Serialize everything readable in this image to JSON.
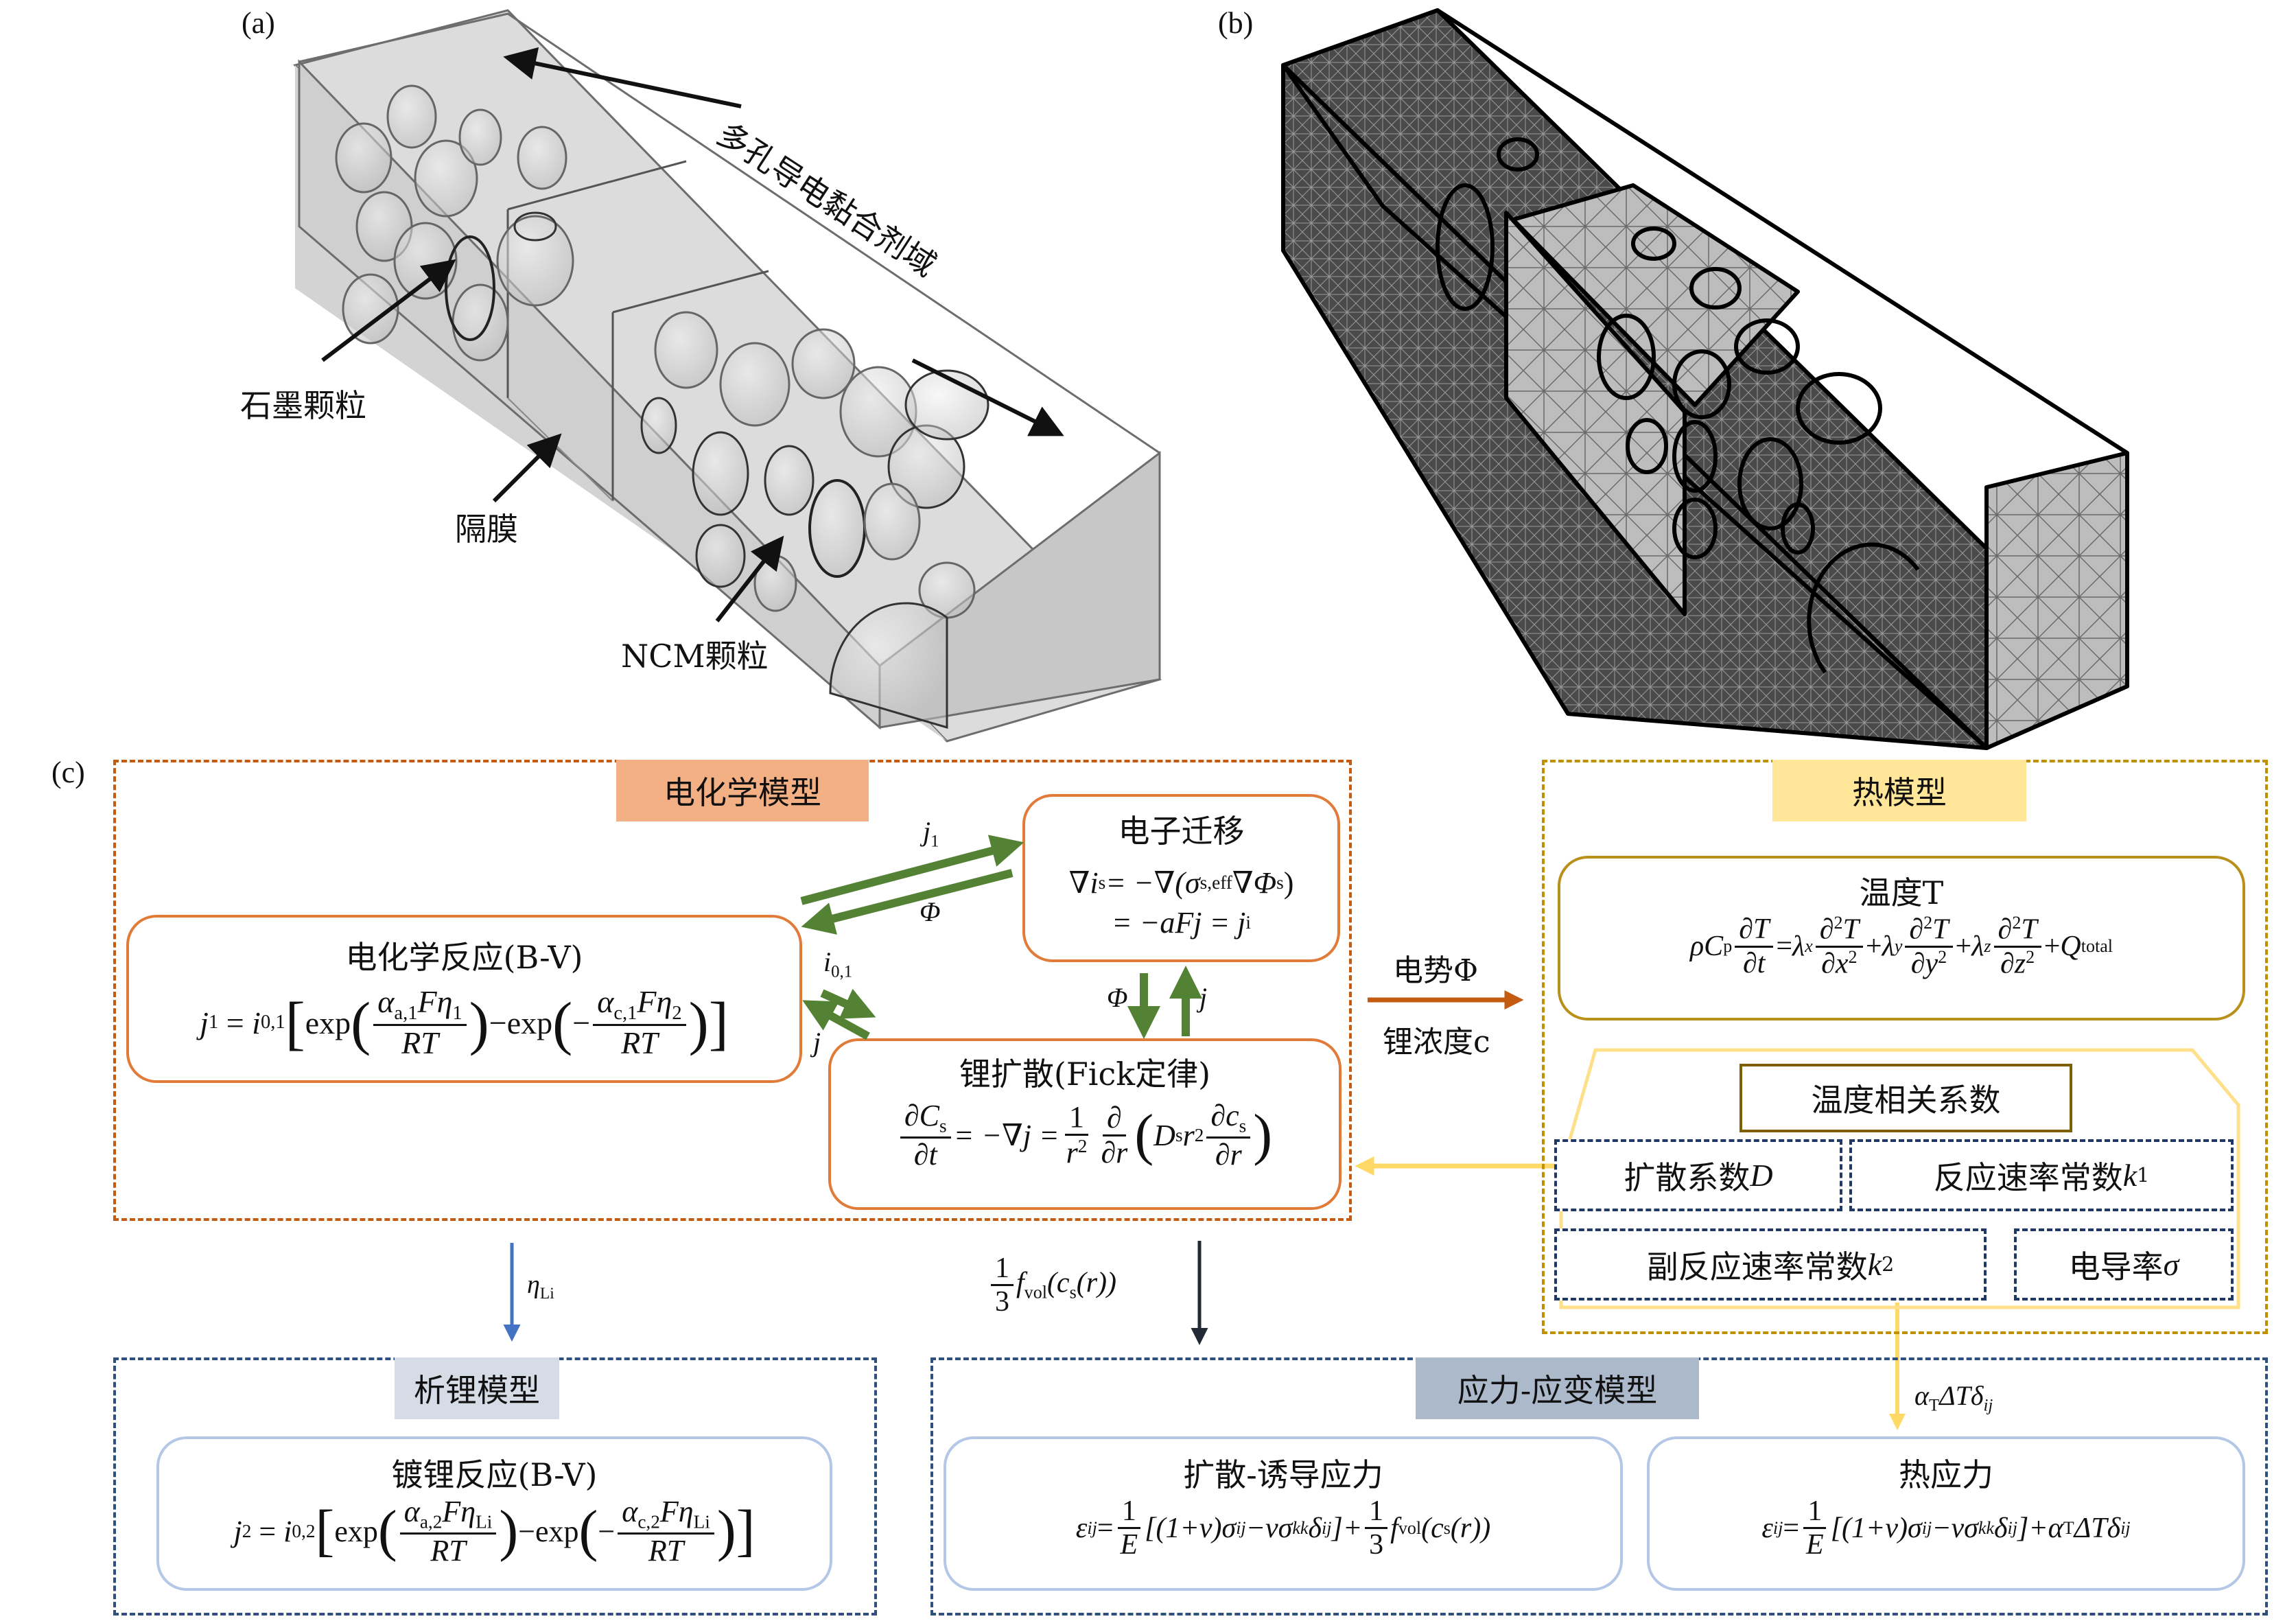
{
  "panels": {
    "a": {
      "label": "(a)",
      "annotations": {
        "binder": "多孔导电黏合剂域",
        "graphite": "石墨颗粒",
        "separator": "隔膜",
        "ncm": "NCM颗粒"
      }
    },
    "b": {
      "label": "(b)"
    },
    "c": {
      "label": "(c)"
    }
  },
  "electrochem": {
    "header": "电化学模型",
    "bv": {
      "title": "电化学反应(B-V)",
      "eq": {
        "lhs": "j",
        "lhs_sub": "1",
        "i0": "i",
        "i0_sub": "0,1",
        "exp": "exp",
        "a_num": "α",
        "a_num_sub": "a,1",
        "c_num_sub": "c,1",
        "F": "F",
        "eta1": "η",
        "eta1_sub": "1",
        "eta2_sub": "2",
        "den": "RT"
      }
    },
    "electron": {
      "title": "电子迁移",
      "eq1": "∇i",
      "eq1_sub": "s",
      "eq1_rest": " = −∇(σ",
      "eq1_sigma_sub": "s,eff",
      "eq1_tail": "∇Φ",
      "eq1_tail_sub": "s",
      "eq2": "= −aFj = j",
      "eq2_sup": "i"
    },
    "fick": {
      "title": "锂扩散(Fick定律)",
      "eq": {
        "num1": "∂C",
        "num1_sub": "s",
        "den1": "∂t",
        "mid": "= −∇j =",
        "num2": "1",
        "den2": "r",
        "den2_sup": "2",
        "num3": "∂",
        "den3": "∂r",
        "D": "D",
        "D_sub": "s",
        "r2": "r",
        "r2_sup": "2",
        "num4": "∂c",
        "num4_sub": "s",
        "den4": "∂r"
      }
    },
    "arrows": {
      "j1": "j",
      "j1_sub": "1",
      "phi_top": "Φ",
      "i01": "i",
      "i01_sub": "0,1",
      "j_left": "j",
      "phi_vert": "Φ",
      "j_vert": "j"
    }
  },
  "coupling": {
    "potential": "电势Φ",
    "concentration": "锂浓度c"
  },
  "thermal": {
    "header": "热模型",
    "temp": {
      "title": "温度T",
      "eq": {
        "lhs": "ρC",
        "lhs_sub": "p",
        "n1": "∂T",
        "d1": "∂t",
        "lx": "λ",
        "lx_sub": "x",
        "ly_sub": "y",
        "lz_sub": "z",
        "n2": "∂",
        "n2_sup": "2",
        "T": "T",
        "dx": "∂x",
        "dy": "∂y",
        "dz": "∂z",
        "sq": "2",
        "Q": "Q",
        "Q_sub": "total"
      }
    },
    "coeff_title": "温度相关系数",
    "coeffs": [
      {
        "label": "扩散系数",
        "sym": "D",
        "sub": ""
      },
      {
        "label": "反应速率常数",
        "sym": "k",
        "sub": "1"
      },
      {
        "label": "副反应速率常数",
        "sym": "k",
        "sub": "2"
      },
      {
        "label": "电导率",
        "sym": "σ",
        "sub": ""
      }
    ]
  },
  "flows": {
    "eta_li": "η",
    "eta_li_sub": "Li",
    "fvol_num": "1",
    "fvol_den": "3",
    "fvol": "f",
    "fvol_sub": "vol",
    "fvol_arg": "(c",
    "fvol_arg_sub": "s",
    "fvol_tail": "(r))",
    "thermal_strain": "α",
    "thermal_strain_sub": "T",
    "thermal_strain_rest": "ΔTδ",
    "thermal_strain_ij": "ij"
  },
  "plating": {
    "header": "析锂模型",
    "box_title": "镀锂反应(B-V)",
    "eq": {
      "lhs": "j",
      "lhs_sub": "2",
      "i0": "i",
      "i0_sub": "0,2",
      "a_sub": "a,2",
      "c_sub": "c,2",
      "eta_sub": "Li",
      "den": "RT"
    }
  },
  "stress": {
    "header": "应力-应变模型",
    "diffusion": {
      "title": "扩散-诱导应力",
      "eq": {
        "eps": "ε",
        "eps_sub": "ij",
        "n": "1",
        "d": "E",
        "bracket": "[(1+v)σ",
        "s_ij": "ij",
        "minus": "−vσ",
        "kk": "kk",
        "delta": "δ",
        "close": "]+",
        "n2": "1",
        "d2": "3",
        "f": "f",
        "f_sub": "vol",
        "arg": "(c",
        "arg_sub": "s",
        "tail": "(r))"
      }
    },
    "thermal": {
      "title": "热应力",
      "eq": {
        "tail": "]+α",
        "tail_sub": "T",
        "tail_rest": "ΔTδ"
      }
    }
  },
  "colors": {
    "electrochem_header": "#f3b084",
    "electrochem_border": "#c55a11",
    "electrochem_box": "#e07b39",
    "thermal_header": "#ffe699",
    "thermal_border": "#bf9000",
    "thermal_box": "#b8901a",
    "coeff_outline": "#ffe08a",
    "coeff_title_border": "#7f6000",
    "coeff_dash": "#1f3864",
    "plating_header": "#d6dce5",
    "stress_header": "#acb9ca",
    "bottom_dash": "#2f4f7f",
    "bottom_box": "#b4c7e7",
    "green_arrow": "#548235",
    "orange_arrow": "#c55a11",
    "blue_arrow": "#4472c4",
    "dark_arrow": "#222a35",
    "yellow_arrow": "#ffd966"
  }
}
